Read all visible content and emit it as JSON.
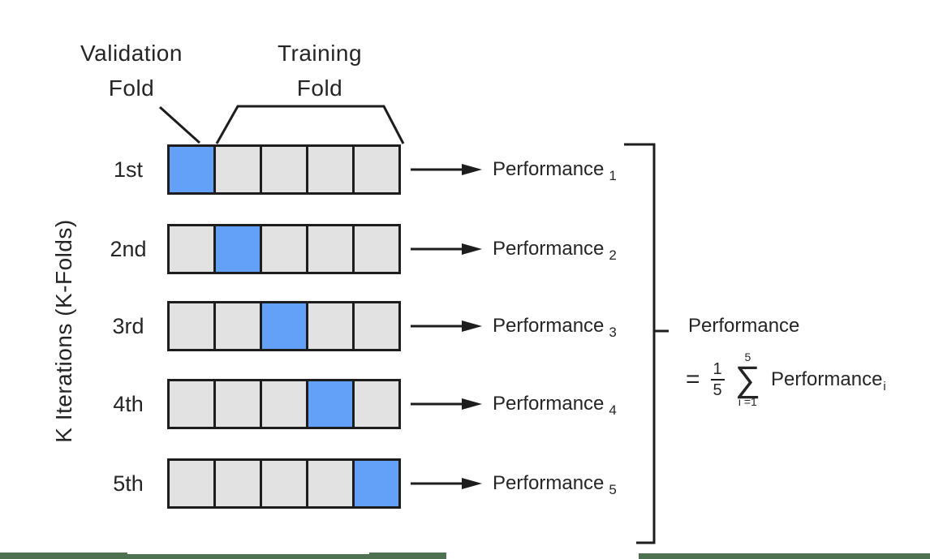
{
  "colors": {
    "validation_blue": "#63a1f9",
    "training_gray": "#e2e2e2",
    "line_black": "#1d1d1d",
    "bottom_bar_green": "#4e7152"
  },
  "labels": {
    "validation_fold": {
      "line1": "Validation",
      "line2": "Fold"
    },
    "training_fold": {
      "line1": "Training",
      "line2": "Fold"
    },
    "y_axis": "K Iterations (K-Folds)"
  },
  "num_folds": 5,
  "folds": [
    {
      "iteration": "1st",
      "validation_index": 0,
      "performance": "Performance",
      "subscript": "1"
    },
    {
      "iteration": "2nd",
      "validation_index": 1,
      "performance": "Performance",
      "subscript": "2"
    },
    {
      "iteration": "3rd",
      "validation_index": 2,
      "performance": "Performance",
      "subscript": "3"
    },
    {
      "iteration": "4th",
      "validation_index": 3,
      "performance": "Performance",
      "subscript": "4"
    },
    {
      "iteration": "5th",
      "validation_index": 4,
      "performance": "Performance",
      "subscript": "5"
    }
  ],
  "icons": {
    "performance_arrow": "arrow-right-icon"
  },
  "summary": {
    "bracket_label": "Performance",
    "equals": "=",
    "fraction_numerator": "1",
    "fraction_denominator": "5",
    "sum_upper": "5",
    "sum_symbol": "∑",
    "sum_lower": "i =1",
    "sum_term": "Performance",
    "sum_term_subscript": "i"
  }
}
